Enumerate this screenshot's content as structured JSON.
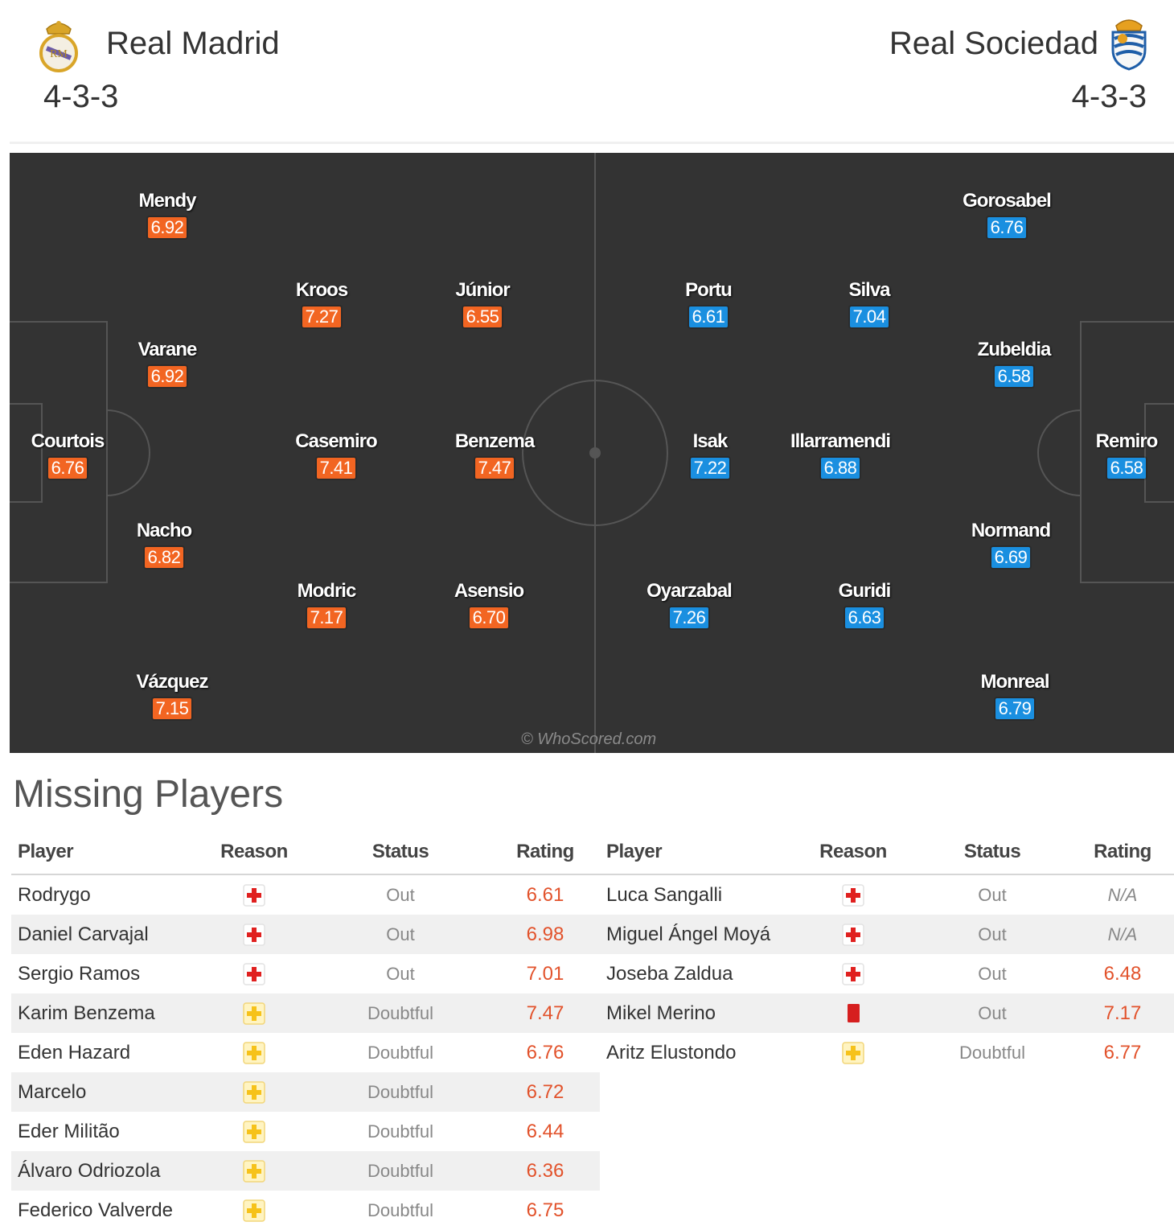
{
  "header": {
    "home": {
      "name": "Real Madrid",
      "formation": "4-3-3",
      "crest": "real-madrid-crest"
    },
    "away": {
      "name": "Real Sociedad",
      "formation": "4-3-3",
      "crest": "real-sociedad-crest"
    }
  },
  "pitch": {
    "watermark": "© WhoScored.com",
    "home_color": "#f26522",
    "away_color": "#1a8fe0",
    "home_players": [
      {
        "name": "Mendy",
        "rating": "6.92"
      },
      {
        "name": "Kroos",
        "rating": "7.27"
      },
      {
        "name": "Júnior",
        "rating": "6.55"
      },
      {
        "name": "Varane",
        "rating": "6.92"
      },
      {
        "name": "Courtois",
        "rating": "6.76"
      },
      {
        "name": "Casemiro",
        "rating": "7.41"
      },
      {
        "name": "Benzema",
        "rating": "7.47"
      },
      {
        "name": "Nacho",
        "rating": "6.82"
      },
      {
        "name": "Modric",
        "rating": "7.17"
      },
      {
        "name": "Asensio",
        "rating": "6.70"
      },
      {
        "name": "Vázquez",
        "rating": "7.15"
      }
    ],
    "away_players": [
      {
        "name": "Gorosabel",
        "rating": "6.76"
      },
      {
        "name": "Portu",
        "rating": "6.61"
      },
      {
        "name": "Silva",
        "rating": "7.04"
      },
      {
        "name": "Zubeldia",
        "rating": "6.58"
      },
      {
        "name": "Isak",
        "rating": "7.22"
      },
      {
        "name": "Illarramendi",
        "rating": "6.88"
      },
      {
        "name": "Remiro",
        "rating": "6.58"
      },
      {
        "name": "Normand",
        "rating": "6.69"
      },
      {
        "name": "Oyarzabal",
        "rating": "7.26"
      },
      {
        "name": "Guridi",
        "rating": "6.63"
      },
      {
        "name": "Monreal",
        "rating": "6.79"
      }
    ]
  },
  "missing": {
    "title": "Missing Players",
    "columns": {
      "player": "Player",
      "reason": "Reason",
      "status": "Status",
      "rating": "Rating"
    },
    "home": [
      {
        "player": "Rodrygo",
        "reason": "injury",
        "status": "Out",
        "rating": "6.61"
      },
      {
        "player": "Daniel Carvajal",
        "reason": "injury",
        "status": "Out",
        "rating": "6.98"
      },
      {
        "player": "Sergio Ramos",
        "reason": "injury",
        "status": "Out",
        "rating": "7.01"
      },
      {
        "player": "Karim Benzema",
        "reason": "doubtful",
        "status": "Doubtful",
        "rating": "7.47"
      },
      {
        "player": "Eden Hazard",
        "reason": "doubtful",
        "status": "Doubtful",
        "rating": "6.76"
      },
      {
        "player": "Marcelo",
        "reason": "doubtful",
        "status": "Doubtful",
        "rating": "6.72"
      },
      {
        "player": "Eder Militão",
        "reason": "doubtful",
        "status": "Doubtful",
        "rating": "6.44"
      },
      {
        "player": "Álvaro Odriozola",
        "reason": "doubtful",
        "status": "Doubtful",
        "rating": "6.36"
      },
      {
        "player": "Federico Valverde",
        "reason": "doubtful",
        "status": "Doubtful",
        "rating": "6.75"
      }
    ],
    "away": [
      {
        "player": "Luca Sangalli",
        "reason": "injury",
        "status": "Out",
        "rating": "N/A"
      },
      {
        "player": "Miguel Ángel Moyá",
        "reason": "injury",
        "status": "Out",
        "rating": "N/A"
      },
      {
        "player": "Joseba Zaldua",
        "reason": "injury",
        "status": "Out",
        "rating": "6.48"
      },
      {
        "player": "Mikel Merino",
        "reason": "red-card",
        "status": "Out",
        "rating": "7.17"
      },
      {
        "player": "Aritz Elustondo",
        "reason": "doubtful",
        "status": "Doubtful",
        "rating": "6.77"
      }
    ]
  }
}
